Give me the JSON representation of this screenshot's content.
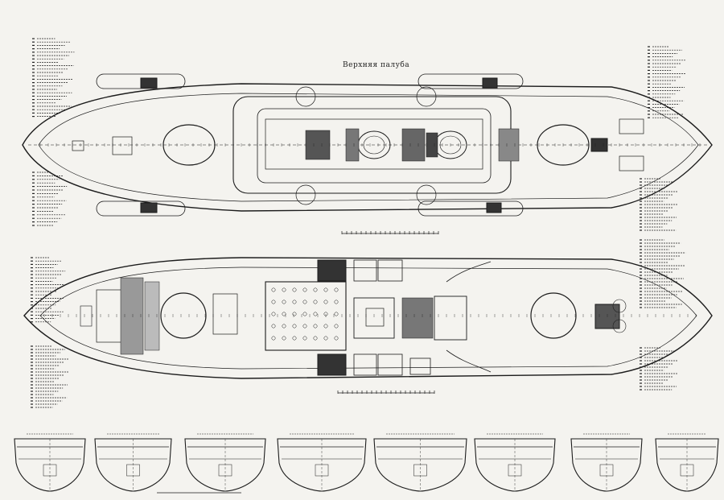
{
  "drawing": {
    "title_label": "Верхняя палуба",
    "ink_color": "#1c1c1c",
    "paper_color": "#f4f3ef"
  },
  "views": [
    {
      "id": "upper-deck-plan",
      "kind": "plan"
    },
    {
      "id": "lower-deck-plan",
      "kind": "plan"
    },
    {
      "id": "cross-sections",
      "kind": "sections",
      "count": 8
    }
  ]
}
